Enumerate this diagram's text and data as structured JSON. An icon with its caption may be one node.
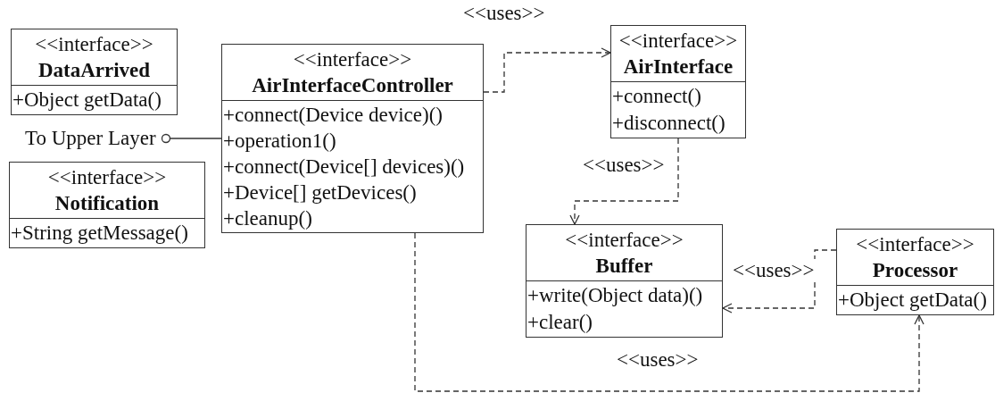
{
  "diagram": {
    "nodes": [
      {
        "text": [
          "<<interface>>",
          "DataArrived",
          "+Object getData()"
        ]
      },
      {
        "text": [
          "To Upper Layer"
        ]
      },
      {
        "text": [
          "<<interface>>",
          "AirInterfaceController",
          "+connect(Device device)()",
          "+operation1()",
          "+connect(Device[] devices)()",
          "+Device[] getDevices()",
          "+cleanup()"
        ]
      },
      {
        "text": [
          "<<interface>>",
          "AirInterface",
          "+connect()",
          "+disconnect()"
        ]
      },
      {
        "text": [
          "<<interface>>",
          "Buffer",
          "+write(Object data)()",
          "+clear()"
        ]
      },
      {
        "text": [
          "<<interface>>",
          "Processor",
          "+Object getData()"
        ]
      },
      {
        "text": [
          "<<interface>>",
          "Notification",
          "+String getMessage()"
        ]
      }
    ],
    "edges": [
      {
        "from": 2,
        "to": 1,
        "arrow": "other"
      },
      {
        "from": 2,
        "to": 3,
        "arrow": "to",
        "style": "dashed",
        "label": "<<uses>>"
      },
      {
        "from": 3,
        "to": 4,
        "arrow": "to",
        "style": "dashed",
        "label": "<<uses>>"
      },
      {
        "from": 5,
        "to": 4,
        "arrow": "to",
        "style": "dashed",
        "label": "<<uses>>"
      },
      {
        "from": 2,
        "to": 5,
        "arrow": "to",
        "style": "dashed",
        "label": "<<uses>>"
      }
    ]
  }
}
